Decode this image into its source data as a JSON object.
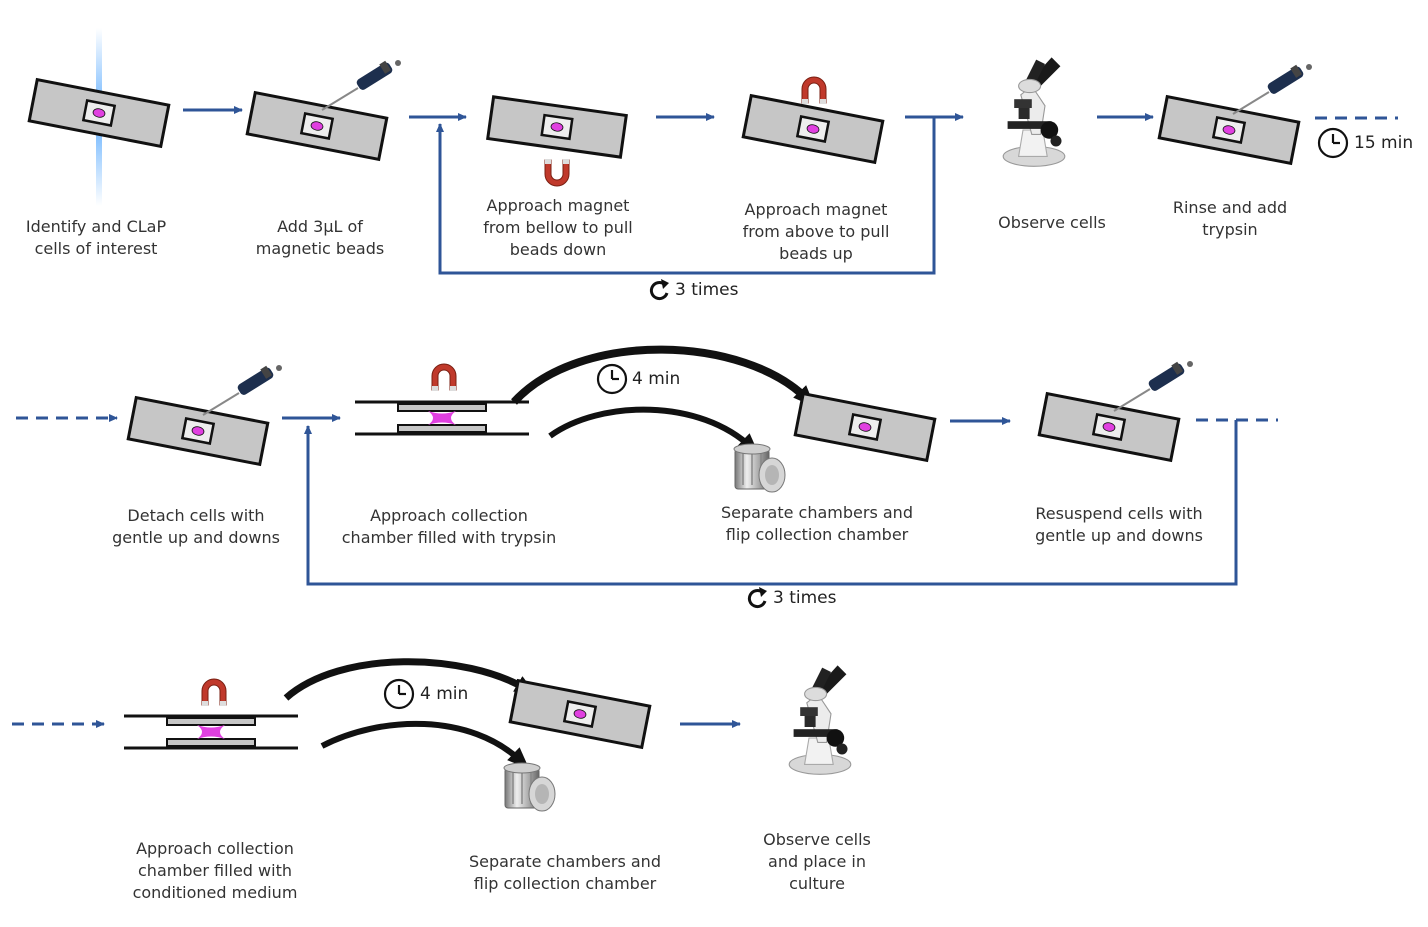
{
  "colors": {
    "arrow": "#2f5597",
    "slide_fill": "#c6c6c6",
    "outline": "#111111",
    "cell": "#e040e0",
    "magnet": "#c0392b",
    "text": "#333333"
  },
  "row1": {
    "step1": [
      "Identify and CLaP",
      "cells of interest"
    ],
    "step2": [
      "Add 3µL of",
      "magnetic beads"
    ],
    "step3": [
      "Approach magnet",
      "from bellow to pull",
      "beads down"
    ],
    "step4": [
      "Approach magnet",
      "from above to pull",
      "beads up"
    ],
    "step5": [
      "Observe cells"
    ],
    "step6": [
      "Rinse and add",
      "trypsin"
    ],
    "timer": "15 min",
    "repeat": "3 times"
  },
  "row2": {
    "step1": [
      "Detach cells with",
      "gentle up and downs"
    ],
    "step2": [
      "Approach collection",
      "chamber filled with trypsin"
    ],
    "step3": [
      "Separate chambers and",
      "flip collection chamber"
    ],
    "step4": [
      "Resuspend cells with",
      "gentle up and downs"
    ],
    "timer": "4 min",
    "repeat": "3 times"
  },
  "row3": {
    "step1": [
      "Approach collection",
      "chamber filled with",
      "conditioned medium"
    ],
    "step2": [
      "Separate chambers and",
      "flip collection chamber"
    ],
    "step3": [
      "Observe cells",
      "and place in",
      "culture"
    ],
    "timer": "4 min"
  }
}
